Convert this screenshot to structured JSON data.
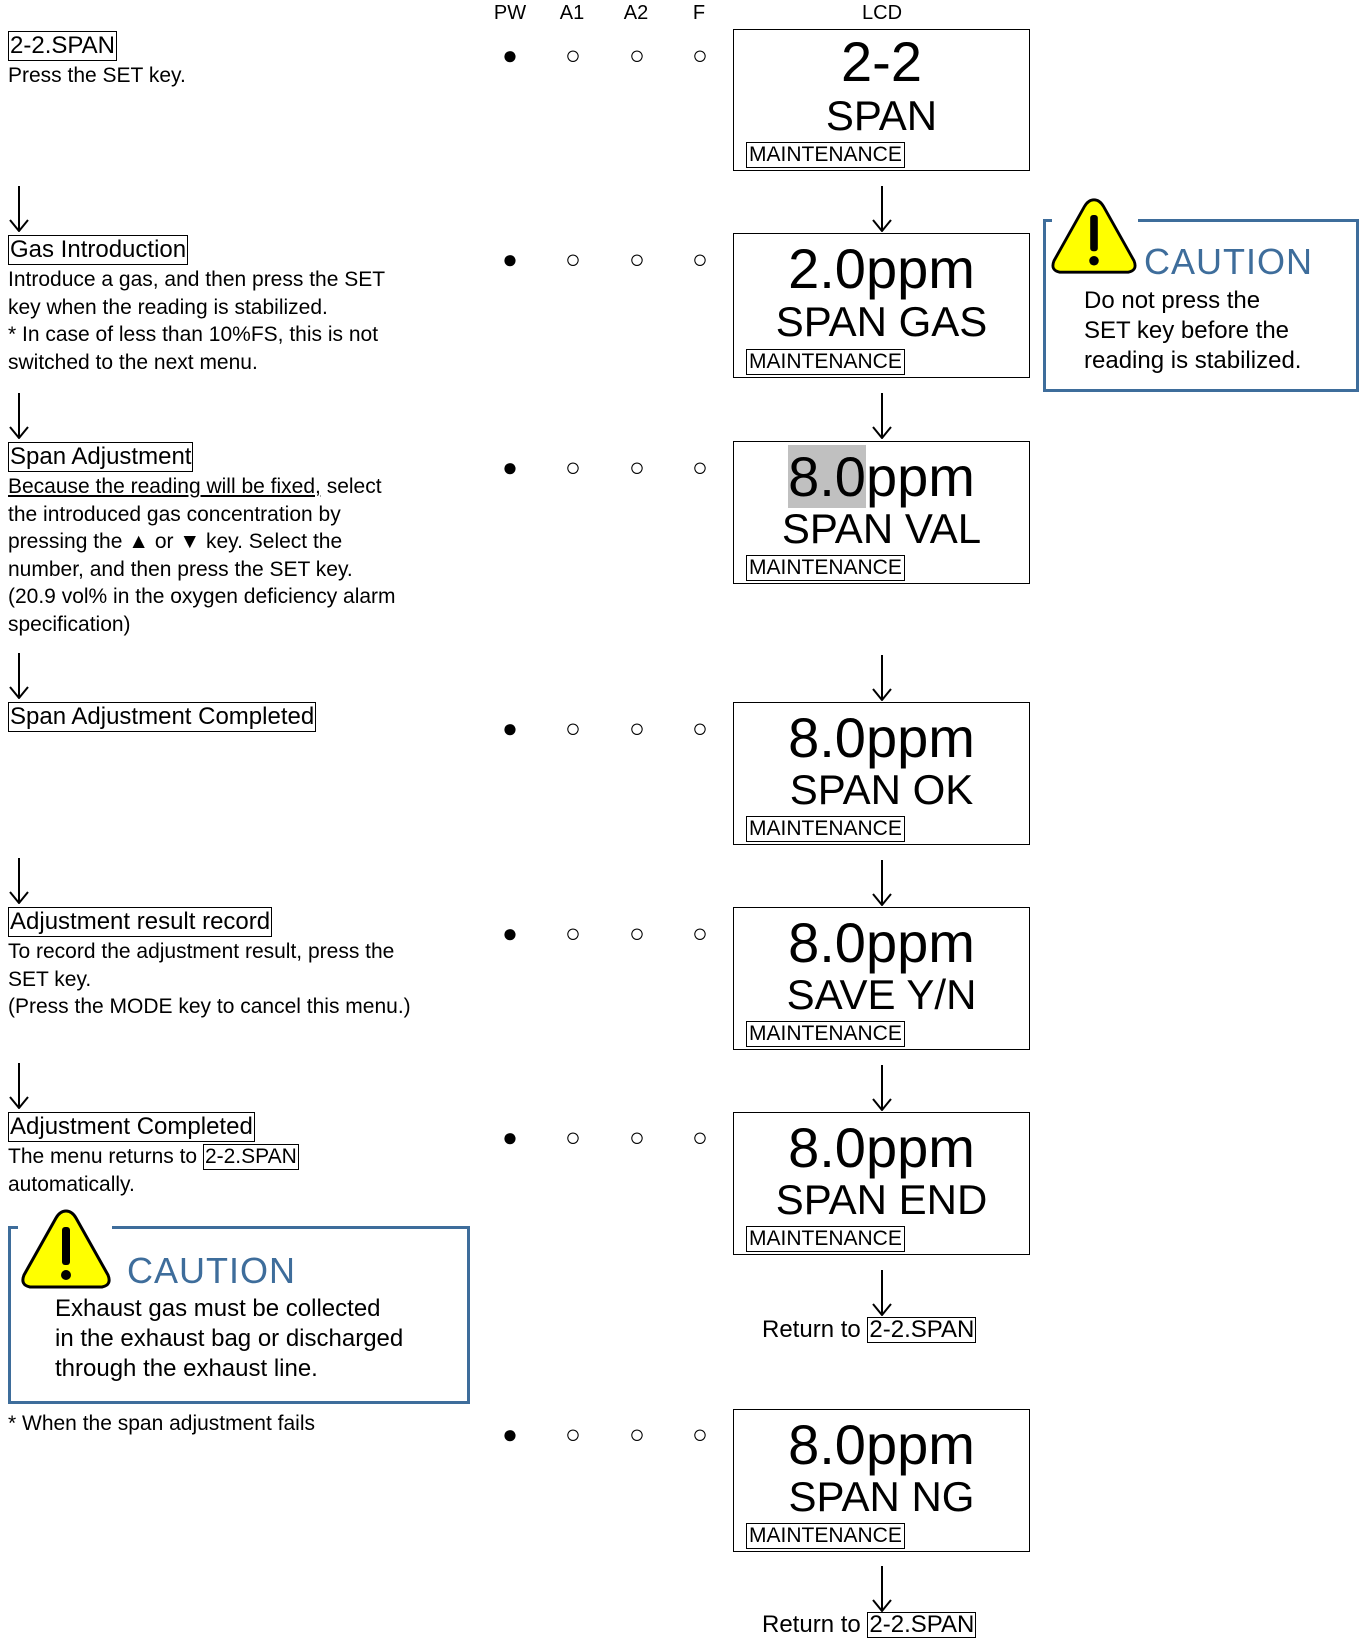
{
  "columns": {
    "pw": "PW",
    "a1": "A1",
    "a2": "A2",
    "f": "F",
    "lcd": "LCD"
  },
  "leds": {
    "on": "●",
    "off": "○"
  },
  "steps": [
    {
      "title": "2-2.SPAN",
      "lines": [
        "Press the SET key."
      ]
    },
    {
      "title": "Gas Introduction",
      "lines": [
        "Introduce a gas, and then press the SET",
        "key when the reading is stabilized.",
        "* In case of less than 10%FS, this is not",
        "switched to the next menu."
      ]
    },
    {
      "title": "Span Adjustment",
      "line1_underlined": "Because the reading will be fixed,",
      "line1_rest": " select",
      "lines": [
        "the introduced gas concentration by",
        "pressing the ▲ or ▼ key. Select the",
        "number, and then press the SET key.",
        "(20.9 vol% in the oxygen deficiency alarm",
        "specification)"
      ]
    },
    {
      "title": "Span Adjustment Completed",
      "lines": []
    },
    {
      "title": "Adjustment result record",
      "lines": [
        "To record the adjustment result, press the",
        "SET key.",
        "(Press the MODE key to cancel this menu.)"
      ]
    },
    {
      "title": "Adjustment Completed",
      "line1_prefix": "The menu returns to ",
      "line1_ref": "2-2.SPAN",
      "lines": [
        "automatically."
      ]
    }
  ],
  "fail_note": "* When the span adjustment fails",
  "lcd_screens": [
    {
      "line1": "2-2",
      "line2": "SPAN",
      "footer": "MAINTENANCE"
    },
    {
      "line1": "2.0ppm",
      "line2": "SPAN GAS",
      "footer": "MAINTENANCE"
    },
    {
      "line1_highlight": "8.0",
      "line1_rest": "ppm",
      "line2": "SPAN VAL",
      "footer": "MAINTENANCE"
    },
    {
      "line1": "8.0ppm",
      "line2": "SPAN OK",
      "footer": "MAINTENANCE"
    },
    {
      "line1": "8.0ppm",
      "line2": "SAVE Y/N",
      "footer": "MAINTENANCE"
    },
    {
      "line1": "8.0ppm",
      "line2": "SPAN END",
      "footer": "MAINTENANCE"
    },
    {
      "line1": "8.0ppm",
      "line2": "SPAN NG",
      "footer": "MAINTENANCE"
    }
  ],
  "return_prefix": "Return to ",
  "return_ref": "2-2.SPAN",
  "cautions": [
    {
      "title": "CAUTION",
      "lines": [
        "Do not press the",
        "SET key before the",
        "reading is stabilized."
      ]
    },
    {
      "title": "CAUTION",
      "lines": [
        "Exhaust gas must be collected",
        "in the exhaust bag or discharged",
        "through the exhaust line."
      ]
    }
  ],
  "colors": {
    "caution_border": "#3e6d9b",
    "caution_text": "#3e6d9b",
    "warning_fill": "#ffff00",
    "highlight": "#c0c0c0"
  },
  "icons": [
    "warning-triangle-icon",
    "down-arrow-icon",
    "filled-circle-icon",
    "hollow-circle-icon"
  ]
}
